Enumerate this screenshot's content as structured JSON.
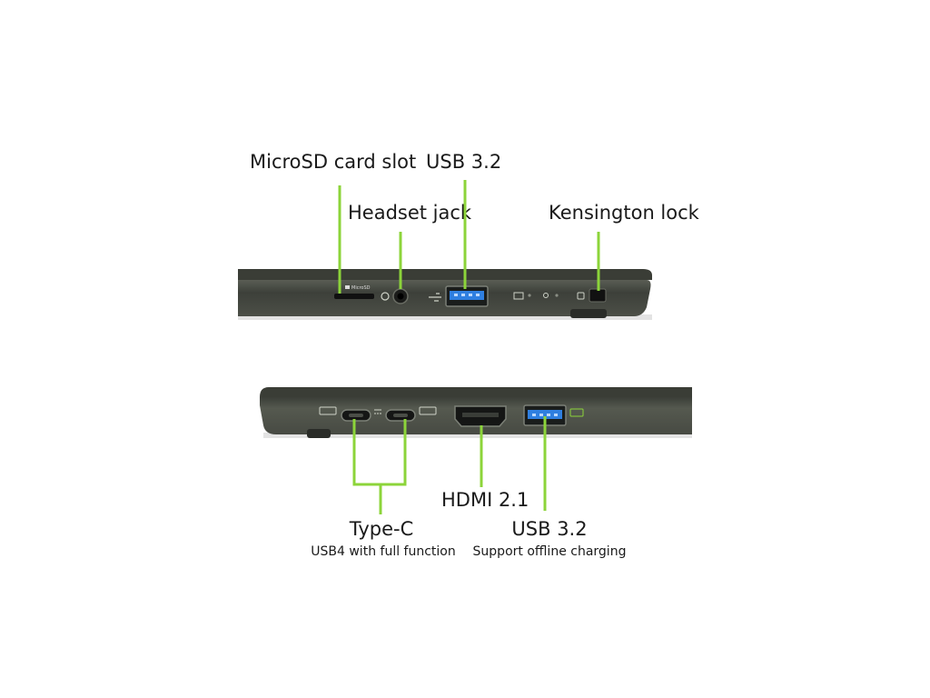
{
  "top_side": {
    "labels": {
      "microsd": "MicroSD card slot",
      "usb": "USB 3.2",
      "headset": "Headset jack",
      "kensington": "Kensington lock"
    },
    "port_markings": {
      "microsd": "MicroSD"
    }
  },
  "bottom_side": {
    "labels": {
      "type_c": "Type-C",
      "type_c_note": "USB4 with full function",
      "hdmi": "HDMI 2.1",
      "usb": "USB 3.2",
      "usb_note": "Support offline charging"
    }
  },
  "colors": {
    "leader_line": "#8cd43a",
    "laptop_body": "#4a4d45",
    "laptop_edge": "#33362f",
    "usb_port": "#2f7fe0"
  }
}
